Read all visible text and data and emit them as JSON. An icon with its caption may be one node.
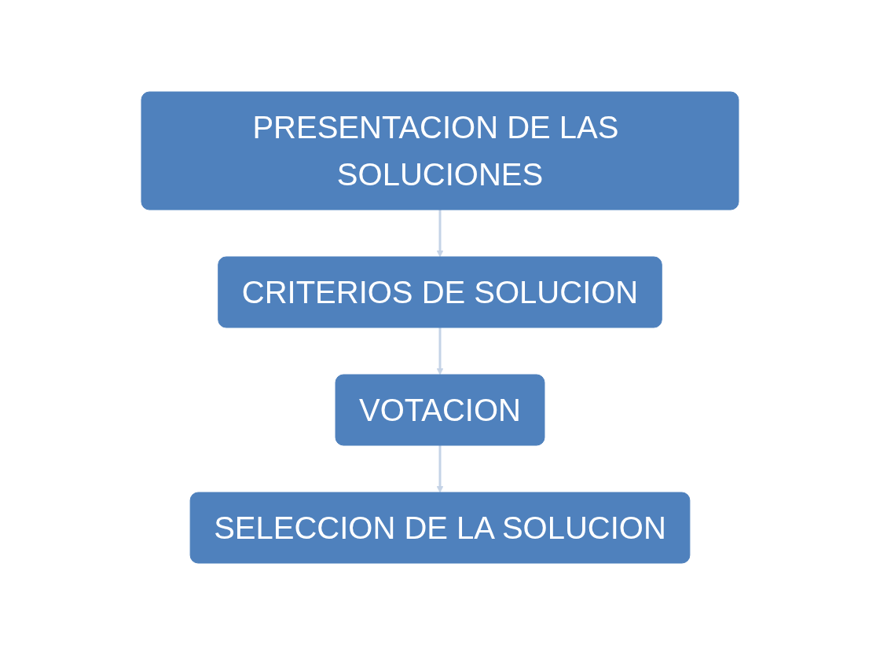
{
  "diagram": {
    "nodes": [
      {
        "text": [
          "PRESENTACION DE LAS SOLUCIONES"
        ]
      },
      {
        "text": [
          "CRITERIOS DE SOLUCION"
        ]
      },
      {
        "text": [
          "VOTACION"
        ]
      },
      {
        "text": [
          "SELECCION DE LA SOLUCION"
        ]
      }
    ],
    "edges": [
      {
        "from": 0,
        "to": 1,
        "arrow": "to"
      },
      {
        "from": 1,
        "to": 2,
        "arrow": "to"
      },
      {
        "from": 2,
        "to": 3,
        "arrow": "to"
      }
    ]
  }
}
